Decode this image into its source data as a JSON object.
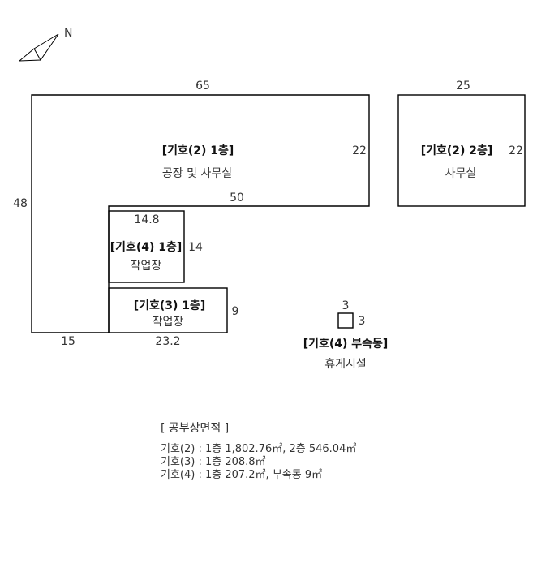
{
  "north_label": "N",
  "shapes": {
    "building2_floor1": {
      "title": "[기호(2) 1층]",
      "use": "공장 및 사무실",
      "dims": {
        "top": "65",
        "right": "22",
        "left": "48",
        "inner_step": "50",
        "bottom": "15"
      }
    },
    "building2_floor2": {
      "title": "[기호(2) 2층]",
      "use": "사무실",
      "dims": {
        "top": "25",
        "right": "22"
      }
    },
    "building4_floor1": {
      "title": "[기호(4) 1층]",
      "use": "작업장",
      "dims": {
        "top": "14.8",
        "right": "14"
      }
    },
    "building3_floor1": {
      "title": "[기호(3) 1층]",
      "use": "작업장",
      "dims": {
        "right": "9",
        "bottom": "23.2"
      }
    },
    "building4_annex": {
      "title": "[기호(4) 부속동]",
      "use": "휴게시설",
      "dims": {
        "top": "3",
        "right": "3"
      }
    }
  },
  "area_summary": {
    "heading": "[ 공부상면적 ]",
    "lines": [
      "기호(2) : 1층 1,802.76㎡, 2층 546.04㎡",
      "기호(3) : 1층 208.8㎡",
      "기호(4) : 1층 207.2㎡, 부속동 9㎡"
    ]
  },
  "colors": {
    "line": "#000000",
    "text": "#333333"
  }
}
